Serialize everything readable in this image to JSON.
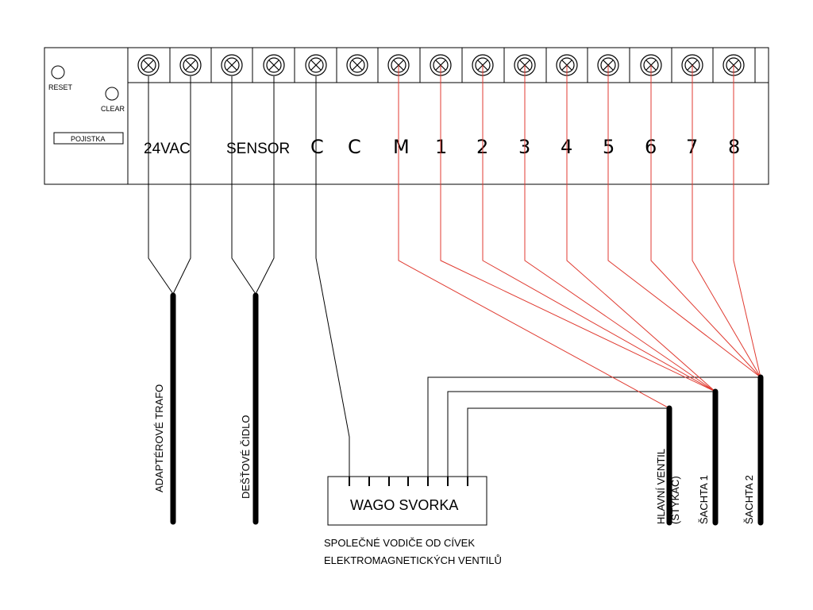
{
  "controller": {
    "reset_label": "RESET",
    "clear_label": "CLEAR",
    "fuse_label": "POJISTKA",
    "terminals": [
      {
        "label": "24VAC"
      },
      {
        "label": "SENSOR"
      },
      {
        "label": "C"
      },
      {
        "label": "C"
      },
      {
        "label": "M"
      },
      {
        "label": "1"
      },
      {
        "label": "2"
      },
      {
        "label": "3"
      },
      {
        "label": "4"
      },
      {
        "label": "5"
      },
      {
        "label": "6"
      },
      {
        "label": "7"
      },
      {
        "label": "8"
      }
    ]
  },
  "cables": {
    "transformer": "ADAPTÉROVÉ TRAFO",
    "rain_sensor": "DEŠŤOVÉ ČIDLO",
    "main_valve_line1": "HLAVNÍ VENTIL",
    "main_valve_line2": "(STYKAČ)",
    "shaft1": "ŠACHTA 1",
    "shaft2": "ŠACHTA 2"
  },
  "wago": {
    "label": "WAGO SVORKA",
    "note_line1": "SPOLEČNÉ VODIČE OD CÍVEK",
    "note_line2": "ELEKTROMAGNETICKÝCH VENTILŮ"
  },
  "colors": {
    "line": "#000000",
    "red_wire": "#e03a30",
    "background": "#ffffff"
  }
}
